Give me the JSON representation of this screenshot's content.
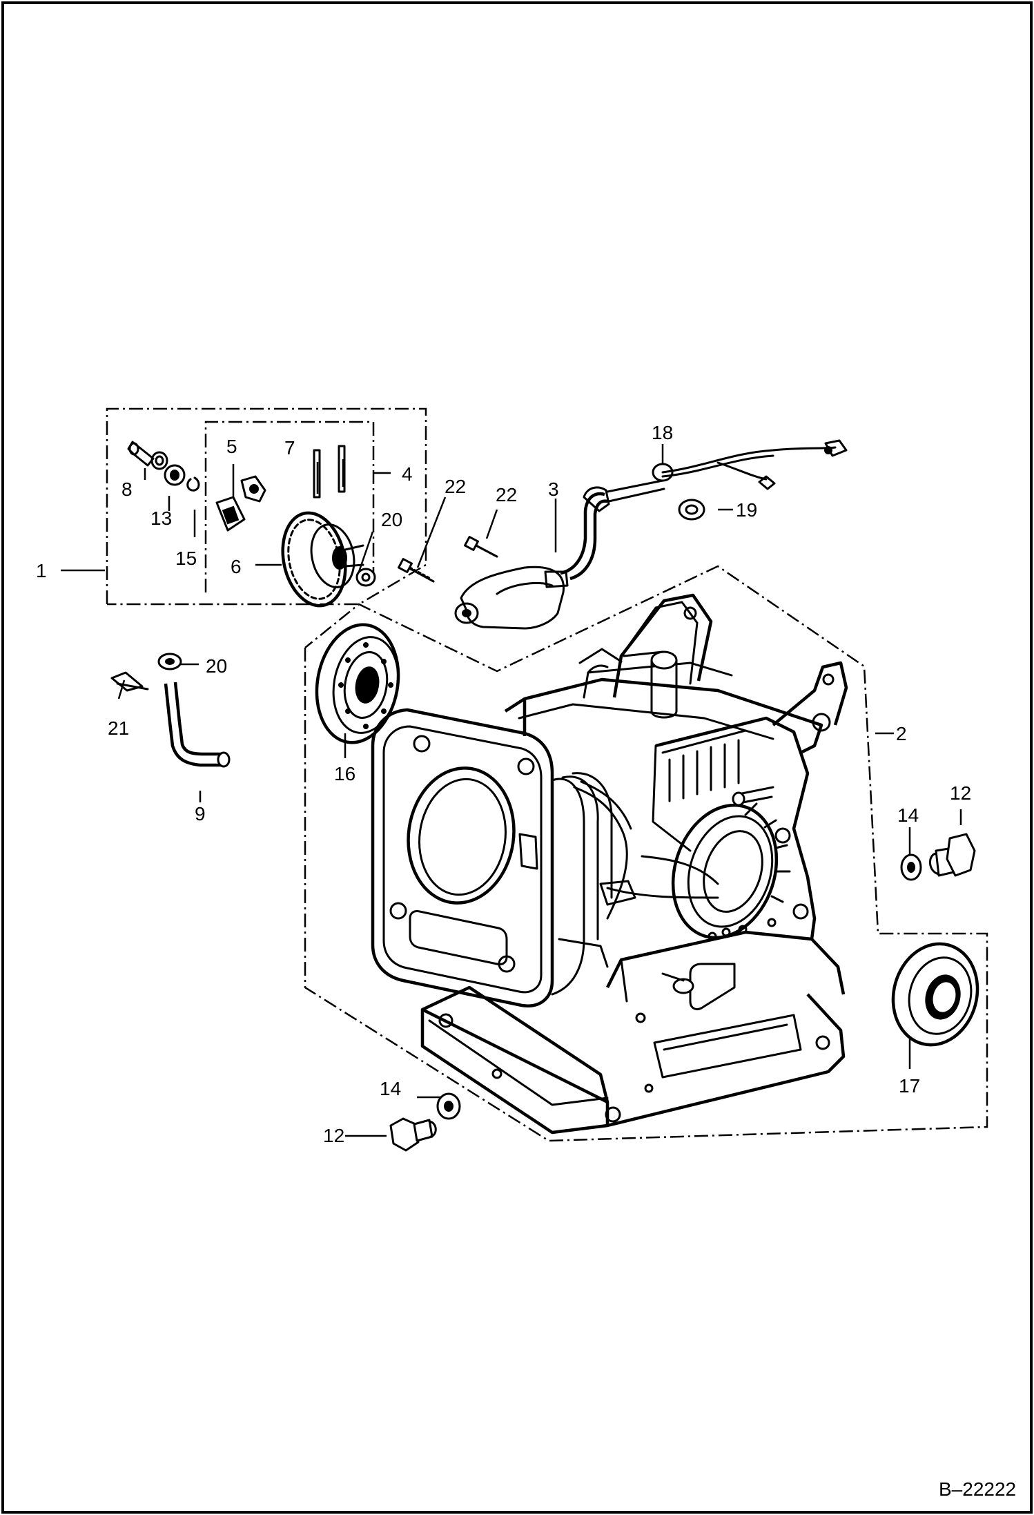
{
  "drawing_id": "B–22222",
  "callouts": [
    {
      "id": "c1",
      "label": "1"
    },
    {
      "id": "c2",
      "label": "2"
    },
    {
      "id": "c3",
      "label": "3"
    },
    {
      "id": "c4",
      "label": "4"
    },
    {
      "id": "c5",
      "label": "5"
    },
    {
      "id": "c6",
      "label": "6"
    },
    {
      "id": "c7",
      "label": "7"
    },
    {
      "id": "c8",
      "label": "8"
    },
    {
      "id": "c9",
      "label": "9"
    },
    {
      "id": "c12a",
      "label": "12"
    },
    {
      "id": "c12b",
      "label": "12"
    },
    {
      "id": "c13",
      "label": "13"
    },
    {
      "id": "c14a",
      "label": "14"
    },
    {
      "id": "c14b",
      "label": "14"
    },
    {
      "id": "c15",
      "label": "15"
    },
    {
      "id": "c16",
      "label": "16"
    },
    {
      "id": "c17",
      "label": "17"
    },
    {
      "id": "c18",
      "label": "18"
    },
    {
      "id": "c19",
      "label": "19"
    },
    {
      "id": "c20a",
      "label": "20"
    },
    {
      "id": "c20b",
      "label": "20"
    },
    {
      "id": "c21",
      "label": "21"
    },
    {
      "id": "c22a",
      "label": "22"
    },
    {
      "id": "c22b",
      "label": "22"
    }
  ]
}
